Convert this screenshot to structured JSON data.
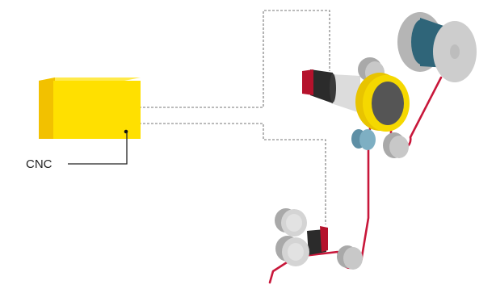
{
  "labels": {
    "cnc": "CNC"
  },
  "colors": {
    "controller": "#FFE000",
    "controller_side": "#F2C100",
    "wire": "#C8173A",
    "spool": "#2F6579",
    "roller": "#C8C8C8",
    "roller_dark": "#9A9A9A",
    "motor": "#2B2B2B",
    "motor_accent": "#B5122C",
    "capstan_ring": "#F5D800",
    "guide_roller": "#6FA0B5",
    "signal_line": "#777777",
    "label_line": "#222222"
  },
  "icons": {
    "controller": "cnc-controller-box",
    "spool": "wire-spool",
    "motors": [
      "feed-motor",
      "puller-motor"
    ]
  }
}
